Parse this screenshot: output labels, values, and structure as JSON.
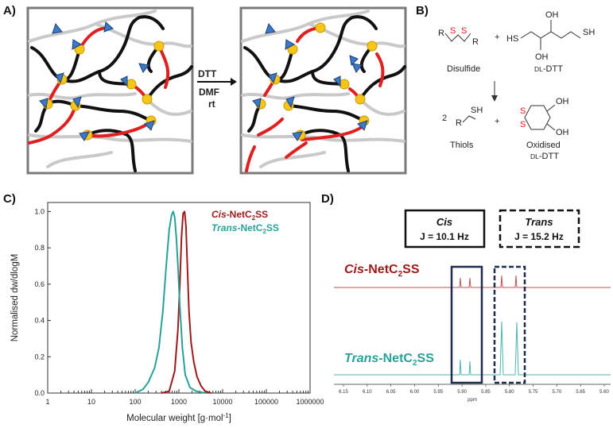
{
  "panels": {
    "a": "A)",
    "b": "B)",
    "c": "C)",
    "d": "D)"
  },
  "panel_a": {
    "conditions": [
      "DTT",
      "DMF",
      "rt"
    ]
  },
  "panel_b": {
    "disulfide_label": "Disulfide",
    "dtt_label": "DL-DTT",
    "dtt_prefix": "DL",
    "dtt_suffix": "-DTT",
    "thiols_label": "Thiols",
    "oxidised_label": "Oxidised",
    "coefficient": "2",
    "plus": "+",
    "R": "R",
    "S": "S",
    "SH": "SH",
    "HS": "HS",
    "OH": "OH"
  },
  "panel_d": {
    "cis_box_title": "Cis",
    "cis_box_j": "J = 10.1 Hz",
    "trans_box_title": "Trans",
    "trans_box_j": "J = 15.2 Hz",
    "cis_label_italic": "Cis",
    "trans_label_italic": "Trans",
    "label_suffix": "-NetC",
    "label_sub": "2",
    "label_end": "SS",
    "x_ticks": [
      "6.15",
      "6.10",
      "6.05",
      "6.00",
      "5.95",
      "5.90",
      "5.85",
      "5.80",
      "5.75",
      "5.70",
      "5.65",
      "5.60"
    ],
    "x_unit": "ppm",
    "colors": {
      "cis": "#9b1a1a",
      "trans": "#2aa198"
    }
  },
  "chart_data": {
    "type": "line",
    "xlabel": "Molecular weight [g·mol",
    "xlabel_sup": "-1",
    "xlabel_end": "]",
    "ylabel": "Normalised dw/dlogM",
    "xscale": "log",
    "xlim": [
      1,
      1000000
    ],
    "ylim": [
      0,
      1.05
    ],
    "x_tick_labels": [
      "1",
      "10",
      "100",
      "1000",
      "10000",
      "100000",
      "1000000"
    ],
    "y_tick_labels": [
      "0.0",
      "0.2",
      "0.4",
      "0.6",
      "0.8",
      "1.0"
    ],
    "legend_position": "top-right",
    "series": [
      {
        "name": "Cis-NetC2SS",
        "name_italic": "Cis",
        "name_rest": "-NetC",
        "name_sub": "2",
        "name_end": "SS",
        "color": "#9b1a1a",
        "x": [
          400,
          600,
          800,
          950,
          1050,
          1150,
          1250,
          1350,
          1450,
          1550,
          1700,
          1900,
          2200,
          2600,
          3200,
          4000,
          5500
        ],
        "y": [
          0.0,
          0.01,
          0.12,
          0.35,
          0.6,
          0.86,
          0.99,
          1.0,
          0.92,
          0.72,
          0.45,
          0.28,
          0.17,
          0.09,
          0.04,
          0.01,
          0.0
        ]
      },
      {
        "name": "Trans-NetC2SS",
        "name_italic": "Trans",
        "name_rest": "-NetC",
        "name_sub": "2",
        "name_end": "SS",
        "color": "#2aa198",
        "x": [
          100,
          150,
          200,
          280,
          350,
          430,
          520,
          600,
          680,
          740,
          800,
          880,
          950,
          1050,
          1200,
          1400,
          1800,
          2500,
          4000
        ],
        "y": [
          0.0,
          0.02,
          0.06,
          0.14,
          0.25,
          0.45,
          0.72,
          0.9,
          0.98,
          1.0,
          0.97,
          0.85,
          0.7,
          0.48,
          0.25,
          0.1,
          0.03,
          0.01,
          0.0
        ]
      }
    ]
  }
}
